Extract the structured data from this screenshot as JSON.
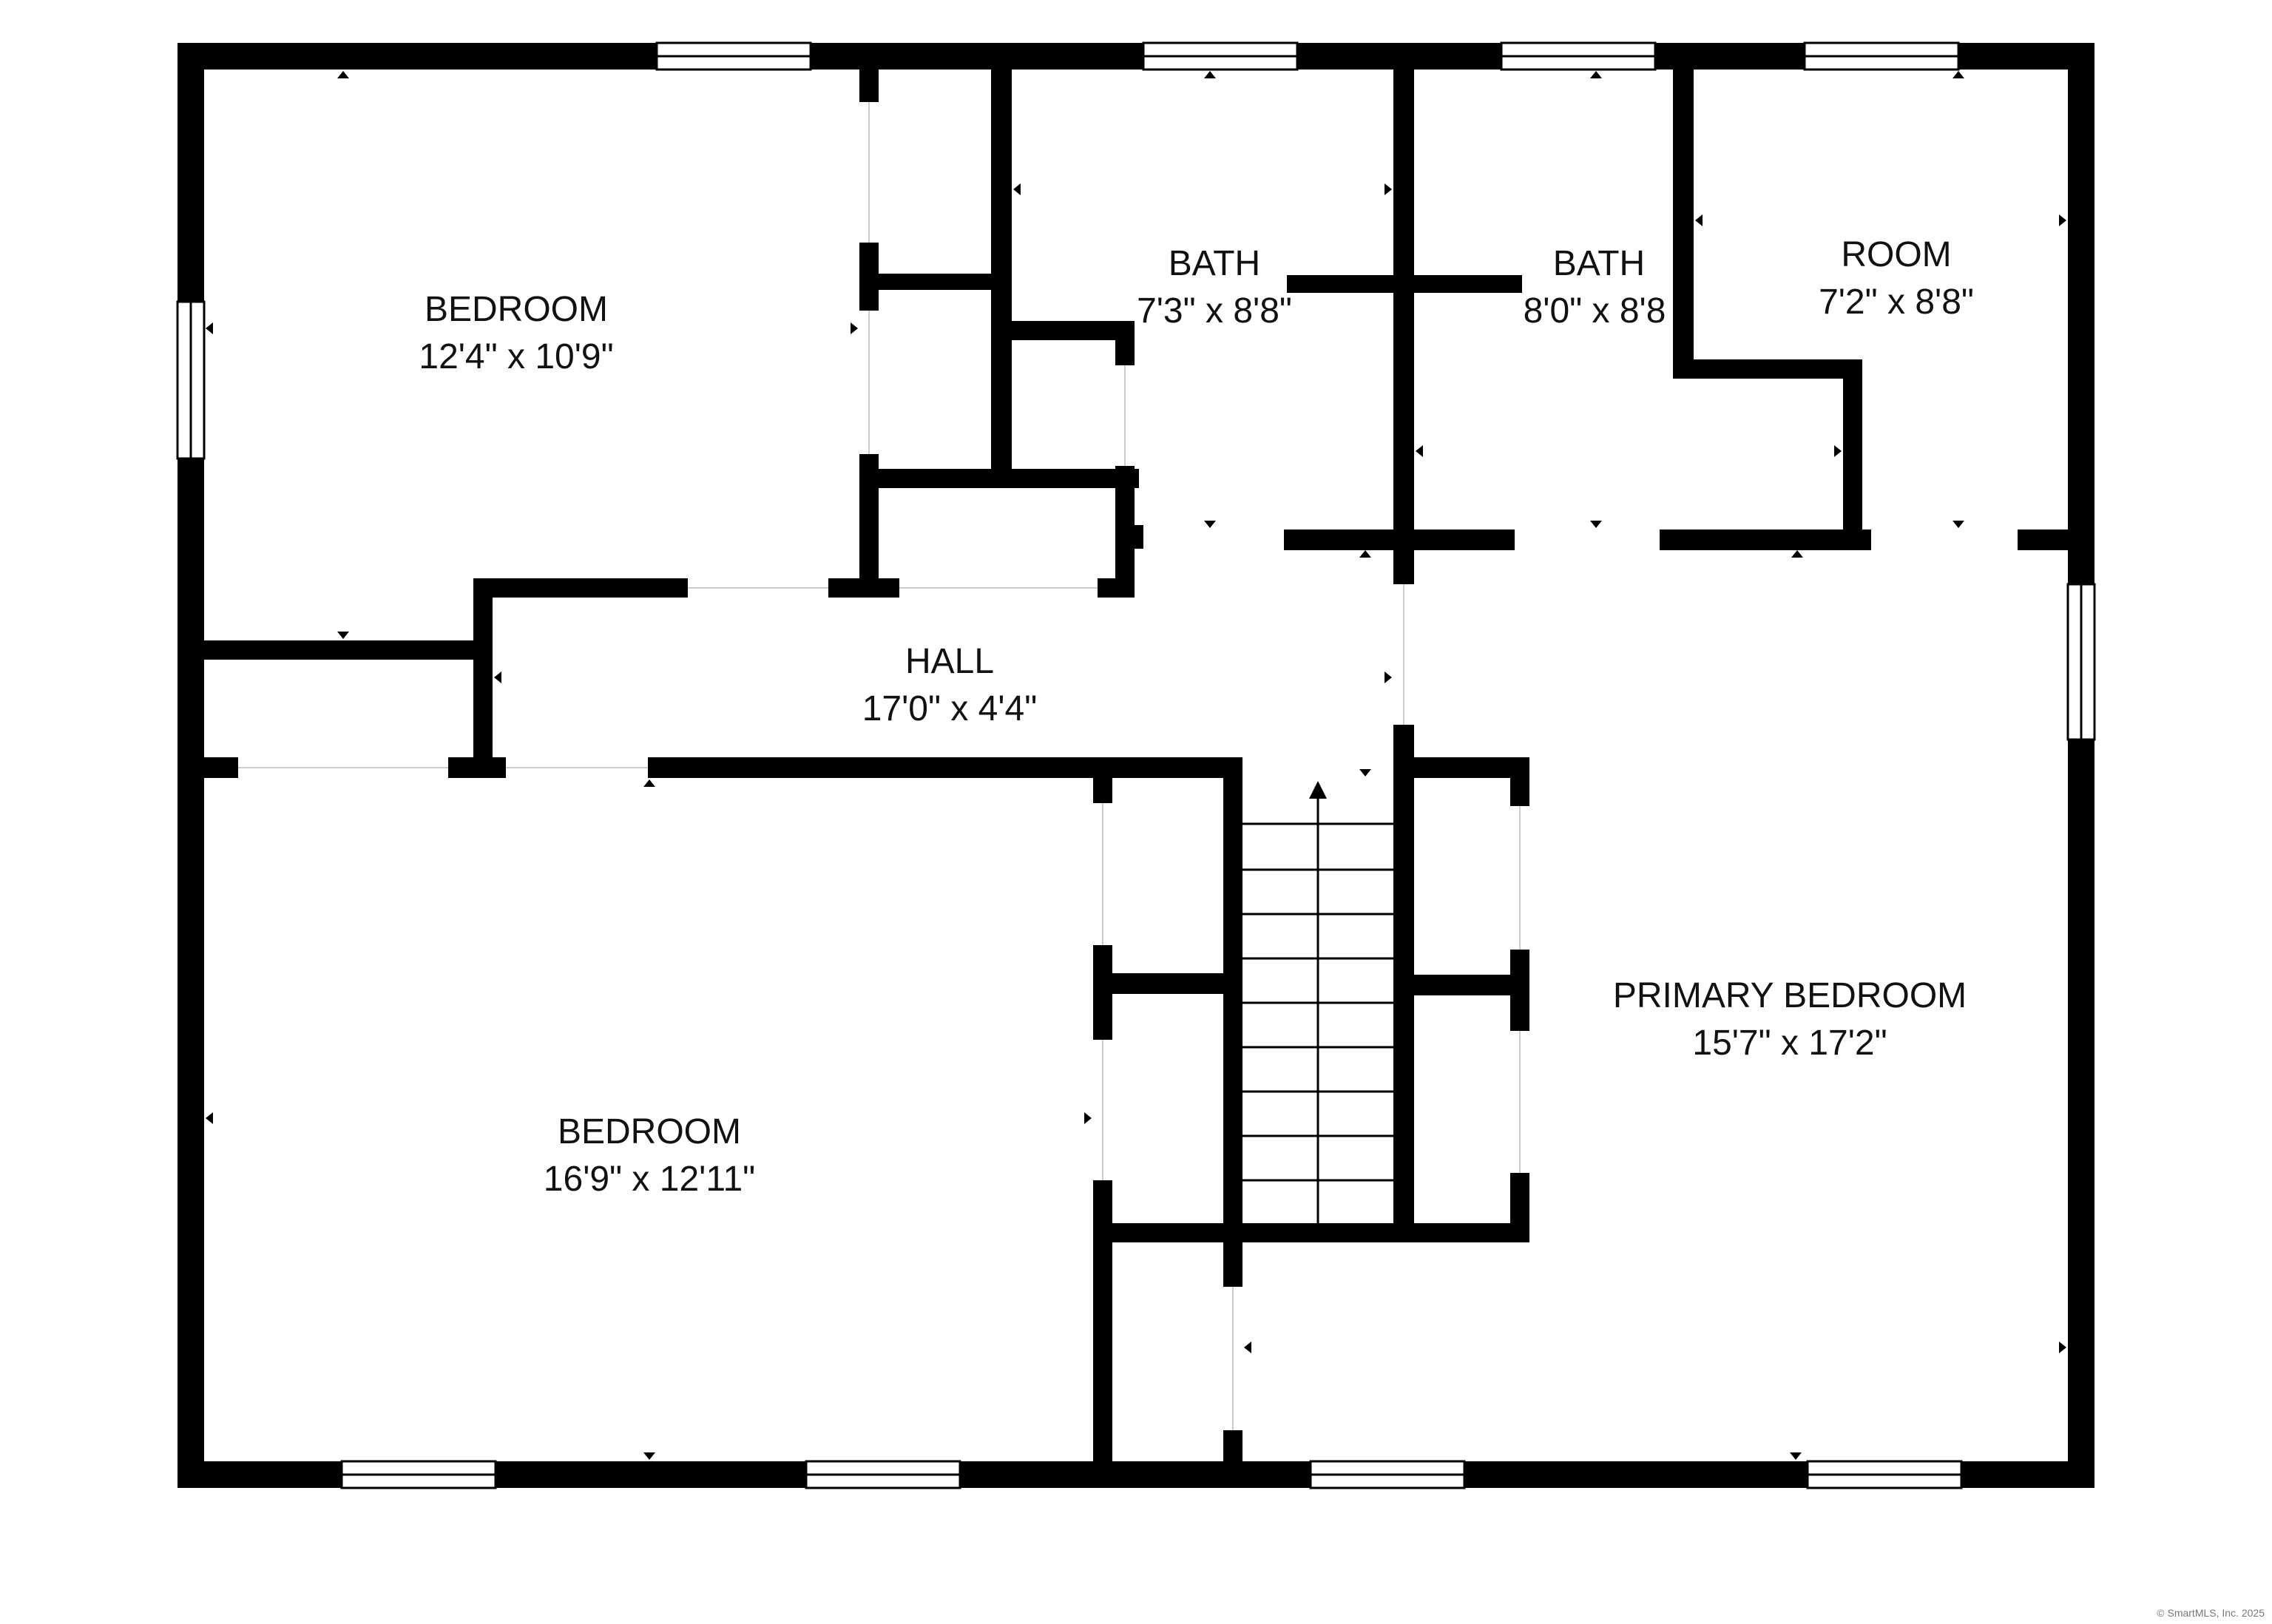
{
  "colors": {
    "wall": "#000000",
    "background": "#ffffff",
    "label": "#111111",
    "credit": "#777777"
  },
  "rooms": [
    {
      "id": "bedroom-nw",
      "name": "BEDROOM",
      "size": "12'4\" x 10'9\""
    },
    {
      "id": "bath-1",
      "name": "BATH",
      "size": "7'3\" x 8'8\""
    },
    {
      "id": "bath-2",
      "name": "BATH",
      "size": "8'0\" x 8'8"
    },
    {
      "id": "room-ne",
      "name": "ROOM",
      "size": "7'2\" x 8'8\""
    },
    {
      "id": "hall",
      "name": "HALL",
      "size": "17'0\" x 4'4\""
    },
    {
      "id": "bedroom-sw",
      "name": "BEDROOM",
      "size": "16'9\" x 12'11\""
    },
    {
      "id": "primary-bedroom",
      "name": "PRIMARY BEDROOM",
      "size": "15'7\" x 17'2\""
    }
  ],
  "credit": "© SmartMLS, Inc. 2025"
}
